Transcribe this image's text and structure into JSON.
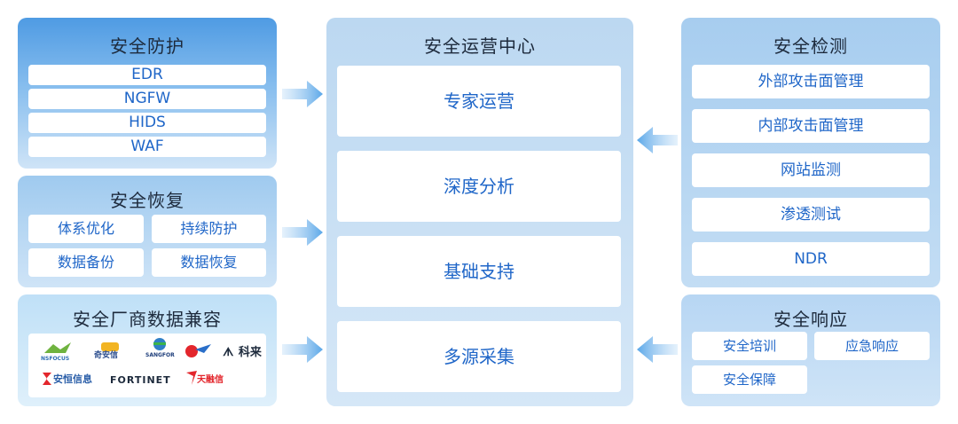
{
  "protection": {
    "title": "安全防护",
    "items": [
      "EDR",
      "NGFW",
      "HIDS",
      "WAF"
    ]
  },
  "recovery": {
    "title": "安全恢复",
    "items": [
      "体系优化",
      "持续防护",
      "数据备份",
      "数据恢复"
    ]
  },
  "vendors": {
    "title": "安全厂商数据兼容",
    "logos": [
      "NSFOCUS",
      "奇安信",
      "SANGFOR",
      "科来",
      "安恒信息",
      "FORTINET",
      "天融信"
    ]
  },
  "ops_center": {
    "title": "安全运营中心",
    "items": [
      "专家运营",
      "深度分析",
      "基础支持",
      "多源采集"
    ]
  },
  "detection": {
    "title": "安全检测",
    "items": [
      "外部攻击面管理",
      "内部攻击面管理",
      "网站监测",
      "渗透测试",
      "NDR"
    ]
  },
  "response": {
    "title": "安全响应",
    "items": [
      "安全培训",
      "应急响应",
      "安全保障"
    ]
  },
  "colors": {
    "protection_top": "#5aa2e6",
    "protection_bottom": "#cfe4f7",
    "recovery_top": "#9fcaef",
    "vendors_top": "#bfe0f7",
    "center": "#c5ddf3",
    "detection": "#a7cdef",
    "response": "#b7d6f3",
    "accent_text": "#1f66c8",
    "arrow": "#6fb1ea"
  }
}
